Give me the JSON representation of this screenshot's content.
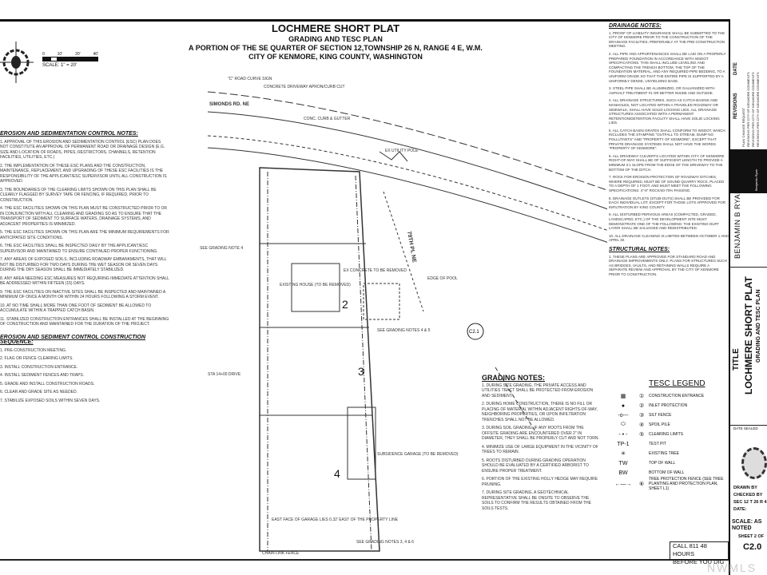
{
  "title": {
    "main": "LOCHMERE SHORT PLAT",
    "sub": "GRADING AND TESC PLAN",
    "section": "A PORTION OF THE SE QUARTER OF SECTION 12,TOWNSHIP 26 N, RANGE 4 E, W.M.",
    "city": "CITY OF KENMORE, KING COUNTY, WASHINGTON"
  },
  "scale": {
    "ticks": [
      "0",
      "10'",
      "20'",
      "40'"
    ],
    "label": "SCALE: 1\" = 20'"
  },
  "plan": {
    "roads": [
      "SIMONDS RD. NE",
      "79TH PL NE"
    ],
    "lots": [
      "2",
      "3",
      "4"
    ],
    "labels": [
      "\"C\" ROAD CURVE SIGN",
      "CONCRETE DRIVEWAY APRON/CURB CUT",
      "CONC. CURB & GUTTER",
      "EX UTILITY POLE",
      "SEE GRADING NOTE 4",
      "EXISTING HOUSE (TO BE REMOVED)",
      "EX CONCRETE TO BE REMOVED",
      "SEE GRADING NOTES 4 & 5",
      "EDGE OF POOL",
      "SUBSIDENCE GARAGE (TO BE REMOVED)",
      "EAST FACE OF GARAGE LIES 0.32' EAST OF THE PROPERTY LINE",
      "SEE GRADING NOTES 3, 4 & 6",
      "CHAIN LINK FENCE",
      "STA 14+00 DRIVE"
    ],
    "callout": "C2.1"
  },
  "erosion_notes": {
    "title": "EROSION AND SEDIMENTATION CONTROL NOTES:",
    "items": [
      "1. APPROVAL OF THIS EROSION AND SEDIMENTATION CONTROL (ESC) PLAN DOES NOT CONSTITUTE AN APPROVAL OF PERMANENT ROAD OR DRAINAGE DESIGN (E.G. SIZE AND LOCATION OF ROADS, PIPES, RESTRICTORS, CHANNELS, RETENTION FACILITIES, UTILITIES, ETC.)",
      "2. THE IMPLEMENTATION OF THESE ESC PLANS AND THE CONSTRUCTION, MAINTENANCE, REPLACEMENT, AND UPGRADING OF THESE ESC FACILITIES IS THE RESPONSIBILITY OF THE APPLICANT/ESC SUPERVISOR UNTIL ALL CONSTRUCTION IS APPROVED.",
      "3. THE BOUNDARIES OF THE CLEARING LIMITS SHOWN ON THIS PLAN SHALL BE CLEARLY FLAGGED BY SURVEY TAPE OR FENCING, IF REQUIRED, PRIOR TO CONSTRUCTION.",
      "4. THE ESC FACILITIES SHOWN ON THIS PLAN MUST BE CONSTRUCTED PRIOR TO OR IN CONJUNCTION WITH ALL CLEARING AND GRADING SO AS TO ENSURE THAT THE TRANSPORT OF SEDIMENT TO SURFACE WATERS, DRAINAGE SYSTEMS, AND ADJACENT PROPERTIES IS MINIMIZED.",
      "5. THE ESC FACILITIES SHOWN ON THIS PLAN ARE THE MINIMUM REQUIREMENTS FOR ANTICIPATED SITE CONDITIONS.",
      "6. THE ESC FACILITIES SHALL BE INSPECTED DAILY BY THE APPLICANT/ESC SUPERVISOR AND MAINTAINED TO ENSURE CONTINUED PROPER FUNCTIONING.",
      "7. ANY AREAS OF EXPOSED SOILS, INCLUDING ROADWAY EMBANKMENTS, THAT WILL NOT BE DISTURBED FOR TWO DAYS DURING THE WET SEASON OR SEVEN DAYS DURING THE DRY SEASON SHALL BE IMMEDIATELY STABILIZED.",
      "8. ANY AREA NEEDING ESC MEASURES NOT REQUIRING IMMEDIATE ATTENTION SHALL BE ADDRESSED WITHIN FIFTEEN (15) DAYS.",
      "9. THE ESC FACILITIES ON INACTIVE SITES SHALL BE INSPECTED AND MAINTAINED A MINIMUM OF ONCE A MONTH OR WITHIN 24 HOURS FOLLOWING A STORM EVENT.",
      "10. AT NO TIME SHALL MORE THAN ONE FOOT OF SEDIMENT BE ALLOWED TO ACCUMULATE WITHIN A TRAPPED CATCH BASIN.",
      "11. STABILIZED CONSTRUCTION ENTRANCES SHALL BE INSTALLED AT THE BEGINNING OF CONSTRUCTION AND MAINTAINED FOR THE DURATION OF THE PROJECT."
    ]
  },
  "sequence": {
    "title": "EROSION AND SEDIMENT CONTROL CONSTRUCTION SEQUENCE:",
    "items": [
      "1. PRE-CONSTRUCTION MEETING.",
      "2. FLAG OR FENCE CLEARING LIMITS.",
      "3. INSTALL CONSTRUCTION ENTRANCE.",
      "4. INSTALL SEDIMENT FENCES AND TRAPS.",
      "5. GRADE AND INSTALL CONSTRUCTION ROADS.",
      "6. CLEAR AND GRADE SITE AS NEEDED.",
      "7. STABILIZE EXPOSED SOILS WITHIN SEVEN DAYS."
    ]
  },
  "drainage_notes": {
    "title": "DRAINAGE NOTES:",
    "items": [
      "1. PROOF OF LIABILITY INSURANCE SHALL BE SUBMITTED TO THE CITY OF KENMORE PRIOR TO THE CONSTRUCTION OF THE DRAINAGE FACILITIES, PREFERABLY AT THE PRE-CONSTRUCTION MEETING.",
      "2. ALL PIPE AND APPURTENANCES SHALL BE LAID ON A PROPERLY PREPARED FOUNDATION IN ACCORDANCE WITH WSDOT SPECIFICATIONS. THIS SHALL INCLUDE LEVELING AND COMPACTING THE TRENCH BOTTOM, THE TOP OF THE FOUNDATION MATERIAL, AND ANY REQUIRED PIPE BEDDING, TO A UNIFORM GRADE SO THAT THE ENTIRE PIPE IS SUPPORTED BY A UNIFORMLY DENSE, UNYIELDING BASE.",
      "3. STEEL PIPE SHALL BE ALUMINIZED, OR GALVANIZED WITH ASPHALT TREATMENT #1 OR BETTER INSIDE AND OUTSIDE.",
      "4. ALL DRAINAGE STRUCTURES, SUCH AS CATCH BASINS AND MANHOLES, NOT LOCATED WITHIN A TRAVELED ROADWAY OR SIDEWALK, SHALL HAVE SOLID LOCKING LIDS. ALL DRAINAGE STRUCTURES ASSOCIATED WITH A PERMANENT RETENTION/DETENTION FACILITY SHALL HAVE SOLID LOCKING LIDS.",
      "5. ALL CATCH BASIN GRATES SHALL CONFORM TO WSDOT, WHICH INCLUDES THE STAMPING \"OUTFALL TO STREAM, DUMP NO POLLUTANTS\" AND \"PROPERTY OF KENMORE\", EXCEPT THAT PRIVATE DRAINAGE SYSTEMS SHALL NOT HAVE THE WORDS \"PROPERTY OF KENMORE\".",
      "6. ALL DRIVEWAY CULVERTS LOCATED WITHIN CITY OF KENMORE RIGHT-OF-WAY SHALL BE OF SUFFICIENT LENGTH TO PROVIDE A MINIMUM 3:1 SLOPE FROM THE EDGE OF THE DRIVEWAY TO THE BOTTOM OF THE DITCH.",
      "7. ROCK FOR EROSION PROTECTION OF ROADWAY DITCHES, WHERE REQUIRED, MUST BE OF SOUND QUARRY ROCK, PLACED TO A DEPTH OF 1 FOOT, AND MUST MEET THE FOLLOWING SPECIFICATIONS: 4\"-8\" ROCK/40-70% PASSING.",
      "8. DRAINAGE OUTLETS (STUB-OUTS) SHALL BE PROVIDED FOR EACH INDIVIDUAL LOT, EXCEPT FOR THOSE LOTS APPROVED FOR INFILTRATION BY KING COUNTY.",
      "9. ALL DISTURBED PERVIOUS AREAS (COMPACTED, GRADED, LANDSCAPED, ETC.) OF THE DEVELOPMENT SITE MUST DEMONSTRATE ONE OF THE FOLLOWING: THE EXISTING DUFF LAYER SHALL BE SALVAGED AND REDISTRIBUTED.",
      "10. ALL DRAINAGE CLEANING IS LIMITED BETWEEN OCTOBER 1 AND APRIL 30."
    ]
  },
  "structural_notes": {
    "title": "STRUCTURAL NOTES:",
    "items": [
      "1. THESE PLANS ARE APPROVED FOR STANDARD ROAD AND DRAINAGE IMPROVEMENTS ONLY. PLANS FOR STRUCTURES SUCH AS BRIDGES, VAULTS, AND RETAINING WALLS REQUIRE A SEPARATE REVIEW AND APPROVAL BY THE CITY OF KENMORE PRIOR TO CONSTRUCTION."
    ]
  },
  "grading_notes": {
    "title": "GRADING NOTES:",
    "items": [
      "1. DURING SITE GRADING, THE PRIVATE ACCESS AND UTILITIES TRACT SHALL BE PROTECTED FROM EROSION AND SEDIMENT.",
      "2. DURING HOME CONSTRUCTION, THERE IS NO FILL OR PLACING OF MATERIAL WITHIN ADJACENT RIGHTS-OF-WAY, NEIGHBORING PROPERTIES, OR UPON INFILTRATION TRENCHES SHALL NOT BE ALLOWED.",
      "3. DURING SOIL GRADING, IF ANY ROOTS FROM THE OFFSITE GRADING ARE ENCOUNTERED OVER 2\" IN DIAMETER, THEY SHALL BE PROPERLY CUT AND NOT TORN.",
      "4. MINIMIZE USE OF LARGE EQUIPMENT IN THE VICINITY OF TREES TO REMAIN.",
      "5. ROOTS DISTURBED DURING GRADING OPERATION SHOULD BE EVALUATED BY A CERTIFIED ARBORIST TO ENSURE PROPER TREATMENT.",
      "6. PORTION OF THE EXISTING HOLLY HEDGE MAY REQUIRE PRUNING.",
      "7. DURING SITE GRADING, A GEOTECHNICAL REPRESENTATIVE SHALL BE ONSITE TO OBSERVE THE SOILS TO CONFIRM THE RESULTS OBTAINED FROM THE SOILS TESTS."
    ]
  },
  "tesc_legend": {
    "title": "TESC LEGEND",
    "items": [
      {
        "sym": "▦",
        "code": "①",
        "label": "CONSTRUCTION ENTRANCE"
      },
      {
        "sym": "●",
        "code": "②",
        "label": "INLET PROTECTION"
      },
      {
        "sym": "-o---",
        "code": "③",
        "label": "SILT FENCE"
      },
      {
        "sym": "⬭",
        "code": "④",
        "label": "SPOIL PILE"
      },
      {
        "sym": "- • -",
        "code": "⑤",
        "label": "CLEARING LIMITS"
      },
      {
        "sym": "TP-1",
        "code": "",
        "label": "TEST PIT"
      },
      {
        "sym": "✳",
        "code": "",
        "label": "EXISTING TREE"
      },
      {
        "sym": "TW",
        "code": "",
        "label": "TOP OF WALL"
      },
      {
        "sym": "BW",
        "code": "",
        "label": "BOTTOM OF WALL"
      },
      {
        "sym": "←—→",
        "code": "⑥",
        "label": "TREE PROTECTION FENCE (SEE TREE PLANTING AND PROTECTION PLAN, SHEET L1)"
      }
    ]
  },
  "call811": {
    "line1": "CALL 811 48 HOURS",
    "line2": "BEFORE YOU DIG"
  },
  "title_block": {
    "date_header": "DATE",
    "revisions_header": "REVISIONS",
    "revisions": [
      "PLAN CHANGE REQUEST",
      "REVISIONS PER CITY OF KENMORE COMMENTS",
      "REVISIONS PER CITY OF KENMORE COMMENTS",
      "REVISIONS PER CITY OF KENMORE COMMENTS"
    ],
    "firm": "BENJAMIN B RYAN",
    "firm_block": "Benjamin Ryan",
    "title_label": "TITLE",
    "sheet_title": "LOCHMERE SHORT PLAT",
    "sheet_sub": "GRADING AND TESC PLAN",
    "date_sealed": "DATE SEALED",
    "drawn_by": "DRAWN BY",
    "checked_by": "CHECKED BY",
    "sec": "SEC 12 T 26 R 4",
    "date": "DATE:",
    "scale": "SCALE: AS NOTED",
    "sheet": "SHEET 2 OF",
    "sheet_no": "C2.0"
  },
  "watermark": "NWMLS"
}
